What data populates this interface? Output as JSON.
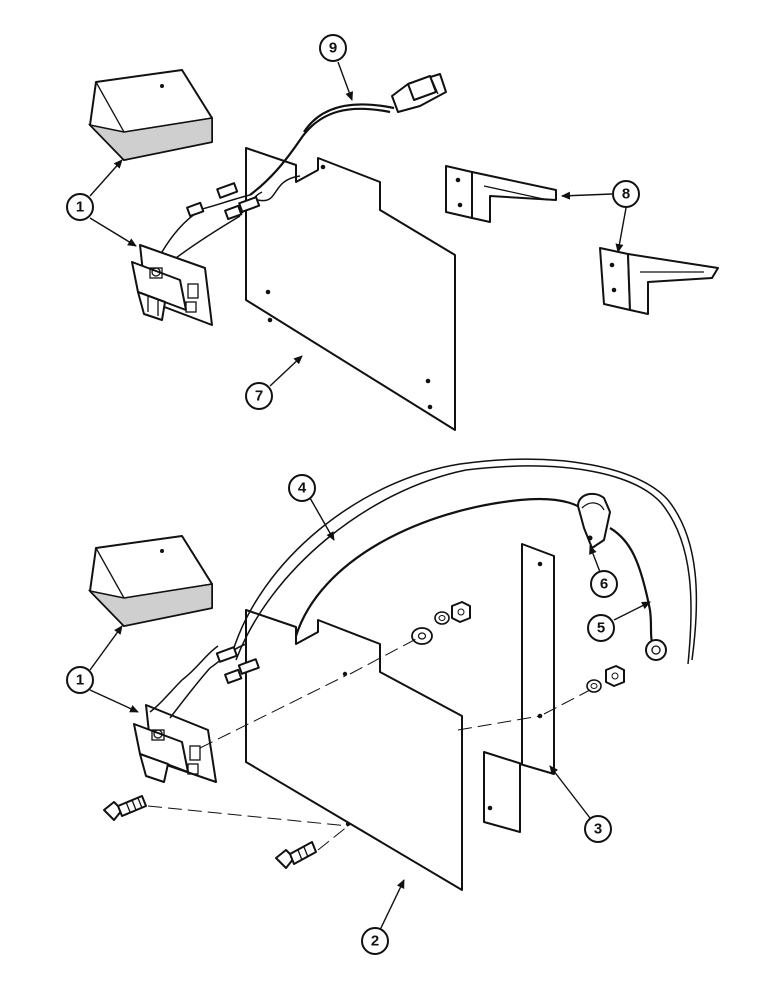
{
  "callouts": {
    "c1a": "1",
    "c9": "9",
    "c8": "8",
    "c7": "7",
    "c4": "4",
    "c6": "6",
    "c5": "5",
    "c1b": "1",
    "c3": "3",
    "c2": "2"
  }
}
